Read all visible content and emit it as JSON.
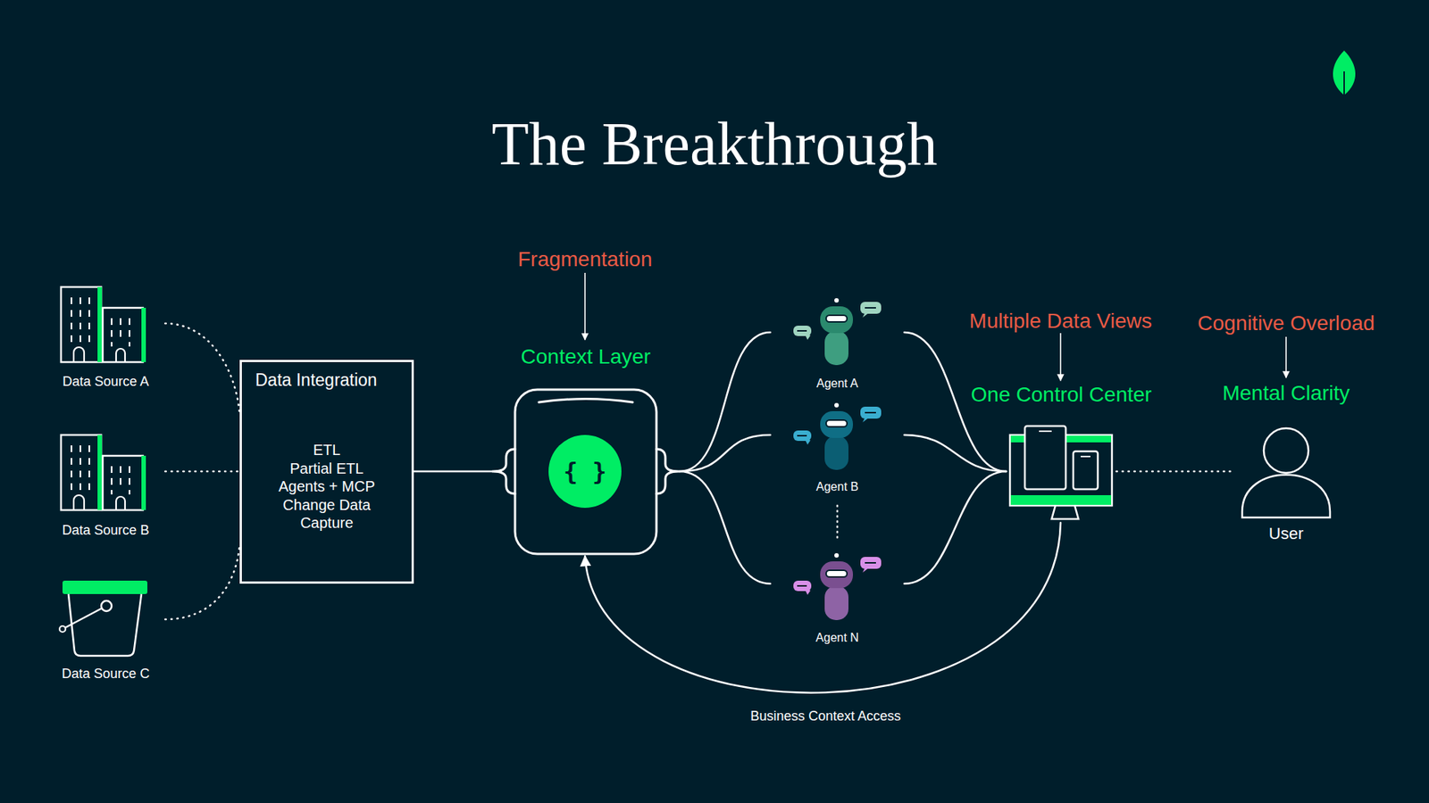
{
  "diagram": {
    "title": "The Breakthrough",
    "nodes": [
      {
        "text": [
          "Data Source A"
        ]
      },
      {
        "text": [
          "Data Source B"
        ]
      },
      {
        "text": [
          "Data Source C"
        ]
      },
      {
        "text": [
          "Data Integration",
          "ETL",
          "Partial ETL",
          "Agents + MCP",
          "Change Data Capture"
        ]
      },
      {
        "text": [
          "Context Layer"
        ]
      },
      {
        "text": [
          "{ }"
        ],
        "in": 4
      },
      {
        "text": [
          "Agent A"
        ]
      },
      {
        "text": [
          "Agent B"
        ]
      },
      {
        "text": [
          "Agent N"
        ]
      },
      {
        "text": [
          "One Control Center"
        ]
      },
      {
        "text": [
          "User"
        ]
      }
    ],
    "edges": [
      {
        "from": 0,
        "to": 3,
        "arrow": "none"
      },
      {
        "from": 1,
        "to": 3,
        "arrow": "none"
      },
      {
        "from": 2,
        "to": 3,
        "arrow": "none"
      },
      {
        "from": 3,
        "to": 4,
        "arrow": "none"
      },
      {
        "from": 4,
        "to": 6,
        "arrow": "none"
      },
      {
        "from": 4,
        "to": 7,
        "arrow": "none"
      },
      {
        "from": 4,
        "to": 8,
        "arrow": "none"
      },
      {
        "from": 6,
        "to": 9,
        "arrow": "none"
      },
      {
        "from": 7,
        "to": 9,
        "arrow": "none"
      },
      {
        "from": 8,
        "to": 9,
        "arrow": "none"
      },
      {
        "from": 9,
        "to": 10,
        "arrow": "none"
      },
      {
        "from": 9,
        "to": 4,
        "label": "Business Context Access",
        "arrow": "to"
      }
    ],
    "labels": [
      "Fragmentation",
      "Multiple Data Views",
      "Cognitive Overload",
      "Mental Clarity"
    ]
  }
}
